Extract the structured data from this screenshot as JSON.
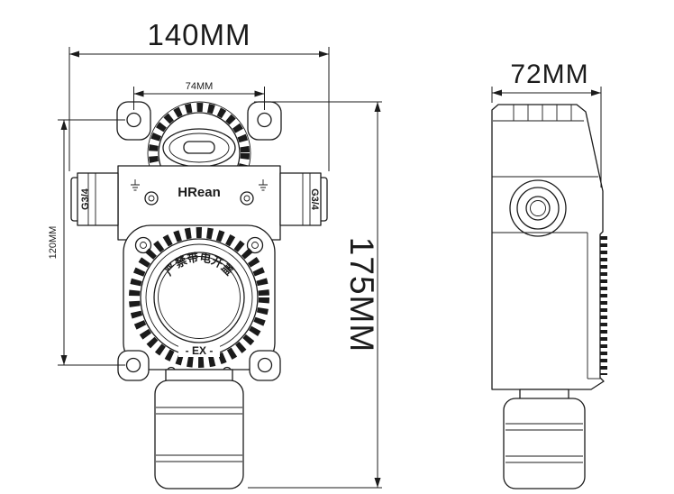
{
  "drawing": {
    "dimensions": {
      "overall_width": "140MM",
      "hole_spacing_h": "74MM",
      "overall_height": "175MM",
      "hole_spacing_v": "120MM",
      "depth": "72MM"
    },
    "labels": {
      "brand": "HRean",
      "warning": "严禁带电开盖",
      "ex_mark": "- EX -",
      "thread_left": "G3/4",
      "thread_right": "G3/4"
    },
    "colors": {
      "ink": "#1b1b1b",
      "background": "#ffffff"
    }
  }
}
